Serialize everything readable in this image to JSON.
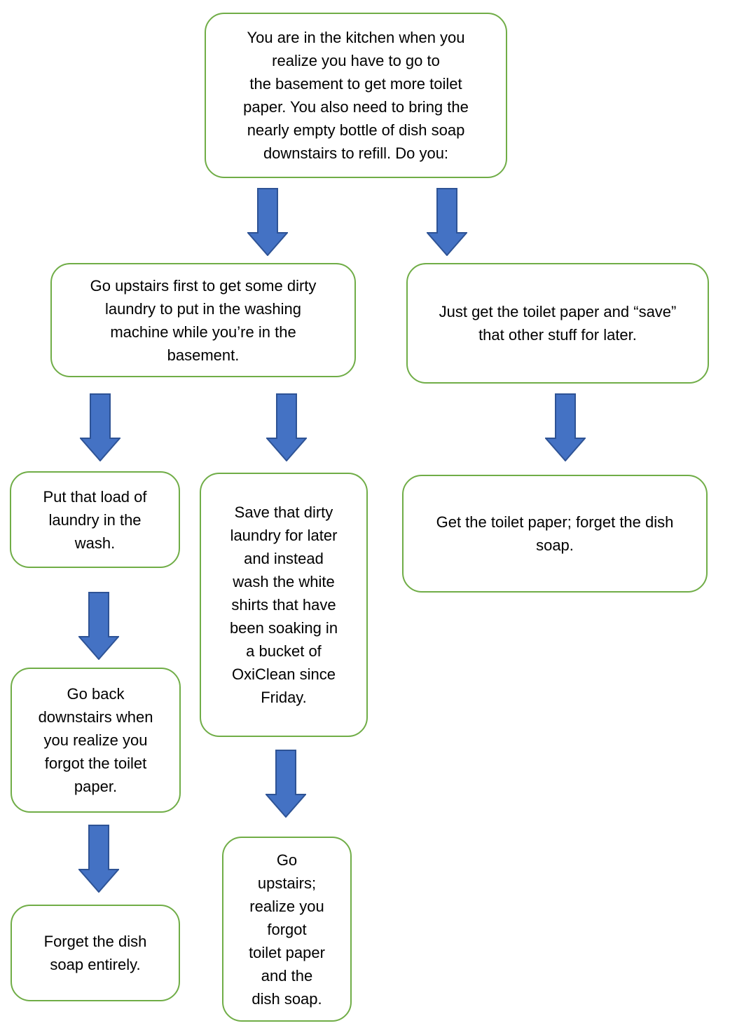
{
  "diagram": {
    "type": "flowchart",
    "colors": {
      "box_border": "#70AD47",
      "box_fill": "#FFFFFF",
      "arrow_fill": "#4472C4",
      "arrow_border": "#2E5395",
      "text": "#000000"
    },
    "nodes": [
      {
        "id": "start",
        "text": "You are in the kitchen when you\nrealize you have to go to\nthe basement to get more toilet\npaper. You also need to bring the\nnearly empty bottle of dish soap\ndownstairs to refill. Do you:"
      },
      {
        "id": "upstairs-laundry",
        "text": "Go upstairs first to get some dirty\nlaundry to put in the washing\nmachine while you’re in the\nbasement."
      },
      {
        "id": "just-toilet-paper",
        "text": "Just get the toilet paper and “save”\nthat other stuff for later."
      },
      {
        "id": "put-load",
        "text": "Put that load of\nlaundry in the\nwash."
      },
      {
        "id": "save-laundry",
        "text": "Save that dirty\nlaundry for later\nand instead\nwash the white\nshirts that have\nbeen soaking in\na bucket of\nOxiClean since\nFriday."
      },
      {
        "id": "get-tp-forget-soap",
        "text": "Get the toilet paper; forget the dish\nsoap."
      },
      {
        "id": "go-back-downstairs",
        "text": "Go back\ndownstairs when\nyou realize you\nforgot the toilet\npaper."
      },
      {
        "id": "forget-dish-soap",
        "text": "Forget the dish\nsoap entirely."
      },
      {
        "id": "go-upstairs-forgot",
        "text": "Go\nupstairs;\nrealize you\nforgot\ntoilet paper\nand the\ndish soap."
      }
    ],
    "arrows": [
      {
        "from": "start",
        "to": "upstairs-laundry"
      },
      {
        "from": "start",
        "to": "just-toilet-paper"
      },
      {
        "from": "upstairs-laundry",
        "to": "put-load"
      },
      {
        "from": "upstairs-laundry",
        "to": "save-laundry"
      },
      {
        "from": "just-toilet-paper",
        "to": "get-tp-forget-soap"
      },
      {
        "from": "put-load",
        "to": "go-back-downstairs"
      },
      {
        "from": "go-back-downstairs",
        "to": "forget-dish-soap"
      },
      {
        "from": "save-laundry",
        "to": "go-upstairs-forgot"
      }
    ]
  }
}
